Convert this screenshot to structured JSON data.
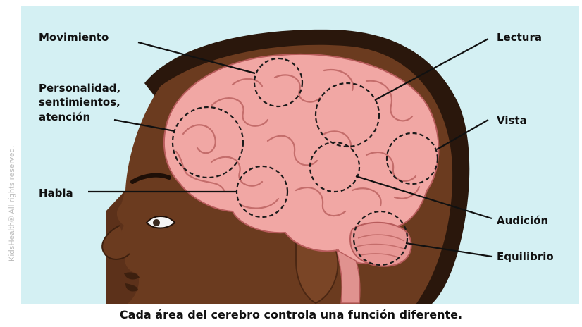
{
  "caption": "Cada área del cerebro controla una función diferente.",
  "copyright": "KidsHealth® All rights reserved.",
  "labels": {
    "movimiento": "Movimiento",
    "personalidad": "Personalidad,\nsentimientos,\natención",
    "habla": "Habla",
    "lectura": "Lectura",
    "vista": "Vista",
    "audicion": "Audición",
    "equilibrio": "Equilibrio"
  },
  "colors": {
    "background_panel": "#d4f0f3",
    "skin": "#6b3b1f",
    "hair": "#2a170c",
    "brain": "#f1a7a4",
    "brain_fold": "#b85c5c"
  }
}
